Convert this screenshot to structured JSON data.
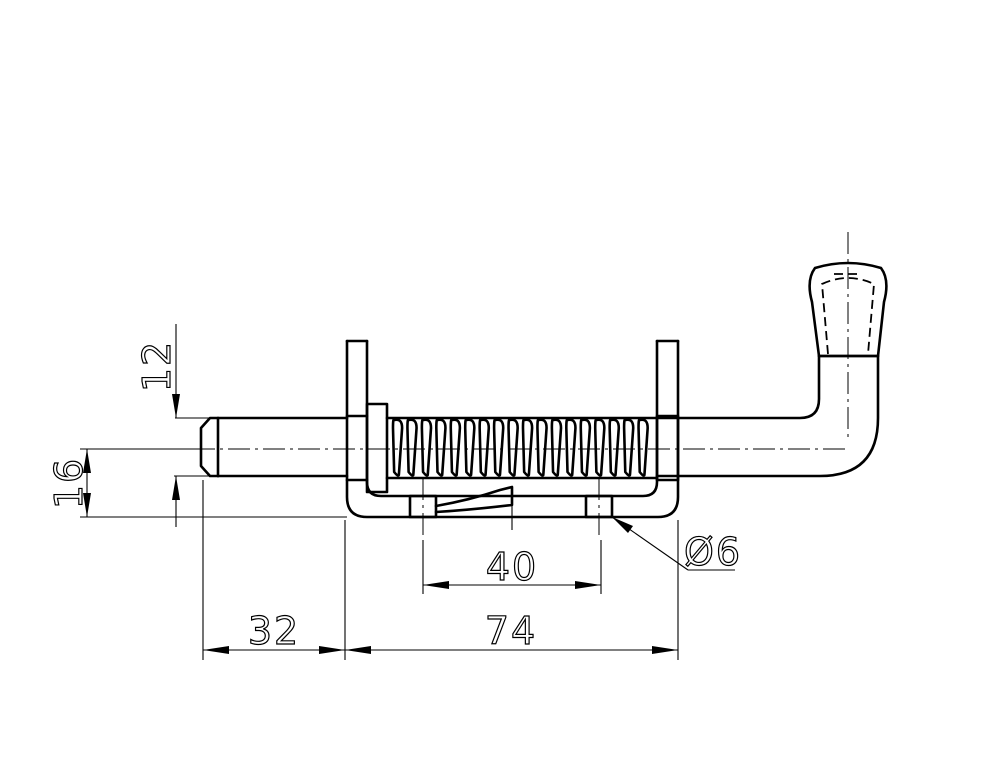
{
  "dimensions": {
    "pin_diameter": "12",
    "offset_height": "16",
    "tip_length": "32",
    "bracket_width": "74",
    "hole_spacing": "40",
    "hole_diameter": "Ø6"
  },
  "colors": {
    "line": "#000000",
    "background": "#ffffff"
  }
}
